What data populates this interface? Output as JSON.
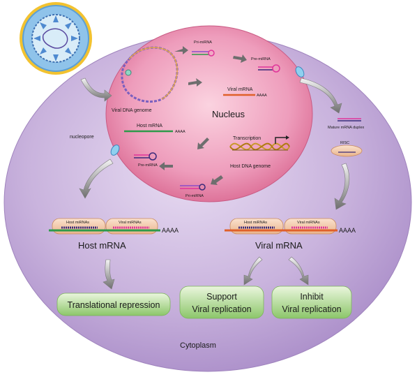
{
  "nucleus": {
    "title": "Nucleus",
    "viral_dna_genome": "Viral DNA genome",
    "pri_mirna_top": "Pri-miRNA",
    "pre_mirna_top": "Pre-miRNA",
    "viral_mrna": "Viral mRNA",
    "viral_mrna_tail": "AAAA",
    "host_mrna": "Host mRNA",
    "host_mrna_tail": "AAAA",
    "transcription": "Transcription",
    "host_dna_genome": "Host DNA genome",
    "pre_mirna_bottom": "Pre-miRNA",
    "pri_mirna_bottom": "Pri-miRNA"
  },
  "labels": {
    "nucleopore": "nucleopore",
    "mature_mrna_duplex": "Mature mRNA duplex",
    "risc": "RISC",
    "cytoplasm": "Cytoplasm"
  },
  "host_complex": {
    "host_mirnas": "Host miRNAs",
    "viral_mirnas": "Viral miRNAs",
    "tail": "AAAA",
    "title": "Host mRNA"
  },
  "viral_complex": {
    "host_mirnas": "Host miRNAs",
    "viral_mirnas": "Viral miRNAs",
    "tail": "AAAA",
    "title": "Viral mRNA"
  },
  "outcomes": {
    "translational_repression": "Translational repression",
    "support_line1": "Support",
    "support_line2": "Viral replication",
    "inhibit_line1": "Inhibit",
    "inhibit_line2": "Viral replication"
  },
  "colors": {
    "cytoplasm": "#c9b3dd",
    "nucleus": "#e58fb0",
    "host_mrna": "#2e9a4a",
    "viral_mrna": "#e0602a",
    "host_mirna": "#3b2a7a",
    "viral_mirna": "#e0359a",
    "complex_bg": "#f3c9a8",
    "outcome_box": "#a8d48a",
    "pore": "#6ab0e0",
    "arrow": "#8c8c8c"
  },
  "icons": [
    "virus-particle-icon",
    "curved-arrow-icon",
    "hairpin-icon",
    "dna-helix-icon",
    "nucleopore-icon"
  ]
}
